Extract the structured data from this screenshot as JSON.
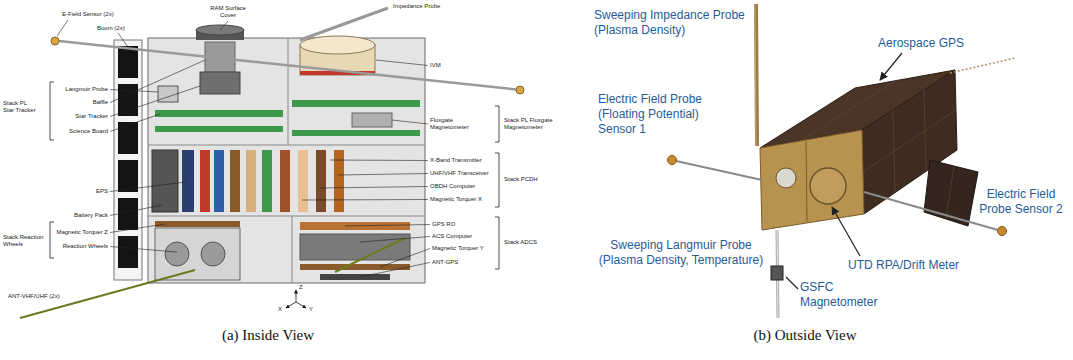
{
  "diagram": {
    "labels": [
      "E-Field Sensor (2x)",
      "Boom (2x)",
      "RAM Surface Cover",
      "Impedance Probe",
      "Langmuir Probe",
      "Baffle",
      "Star Tracker",
      "Science Board",
      "Stack PL Star Tracker",
      "IVM",
      "Fluxgate Magnetometer",
      "Stack PL Fluxgate Magnetometer",
      "EPS",
      "Battery Pack",
      "X-Band Transmitter",
      "UHF/VHF Transceiver",
      "OBDH Computer",
      "Magnetic Torquer X",
      "Stack PCDH",
      "Stack Reaction Wheels",
      "Magnetic Torquer Z",
      "Reaction Wheels",
      "GPS RO",
      "ACS Computer",
      "Magnetic Torquer Y",
      "Stack ADCS",
      "ANT-GPS",
      "ANT-VHF/UHF (2x)",
      "Z",
      "X",
      "Y",
      "Sweeping Impedance Probe (Plasma Density)",
      "Aerospace GPS",
      "Electric Field Probe (Floating Potential) Sensor 1",
      "Electric Field Probe Sensor 2",
      "UTD RPA/Drift Meter",
      "Sweeping Langmuir Probe (Plasma Density, Temperature)",
      "GSFC Magnetometer",
      "(a) Inside View",
      "(b) Outside View"
    ]
  }
}
